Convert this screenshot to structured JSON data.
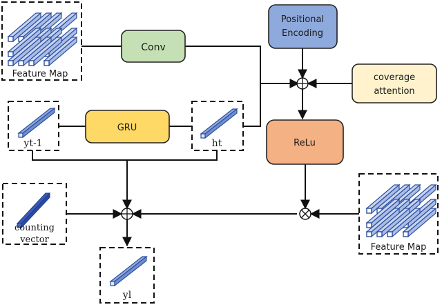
{
  "diagram": {
    "blocks": {
      "conv": {
        "label": "Conv",
        "color": "#C5E0B4"
      },
      "gru": {
        "label": "GRU",
        "color": "#FFD966"
      },
      "positional_encoding": {
        "label_line1": "Positional",
        "label_line2": "Encoding",
        "color": "#8EA9DB"
      },
      "coverage_attention": {
        "label_line1": "coverage",
        "label_line2": "attention",
        "color": "#FFF2CC"
      },
      "relu": {
        "label": "ReLu",
        "color": "#F4B183"
      }
    },
    "tensors": {
      "feature_map_top": {
        "label": "Feature Map"
      },
      "feature_map_right": {
        "label": "Feature Map"
      },
      "yt_minus_1": {
        "label": "yt-1"
      },
      "ht": {
        "label": "ht"
      },
      "counting_vector": {
        "label_line1": "counting",
        "label_line2": "vector"
      },
      "yl": {
        "label": "yl"
      }
    },
    "operators": {
      "add_top": {
        "symbol": "add",
        "glyph": "⊕"
      },
      "add_bottom": {
        "symbol": "add",
        "glyph": "⊕"
      },
      "multiply": {
        "symbol": "multiply",
        "glyph": "⊗"
      }
    },
    "colors": {
      "tensor_fill": "#8EA9DB",
      "tensor_stroke": "#2F4FA0",
      "counting_fill": "#3A5BB5"
    }
  }
}
